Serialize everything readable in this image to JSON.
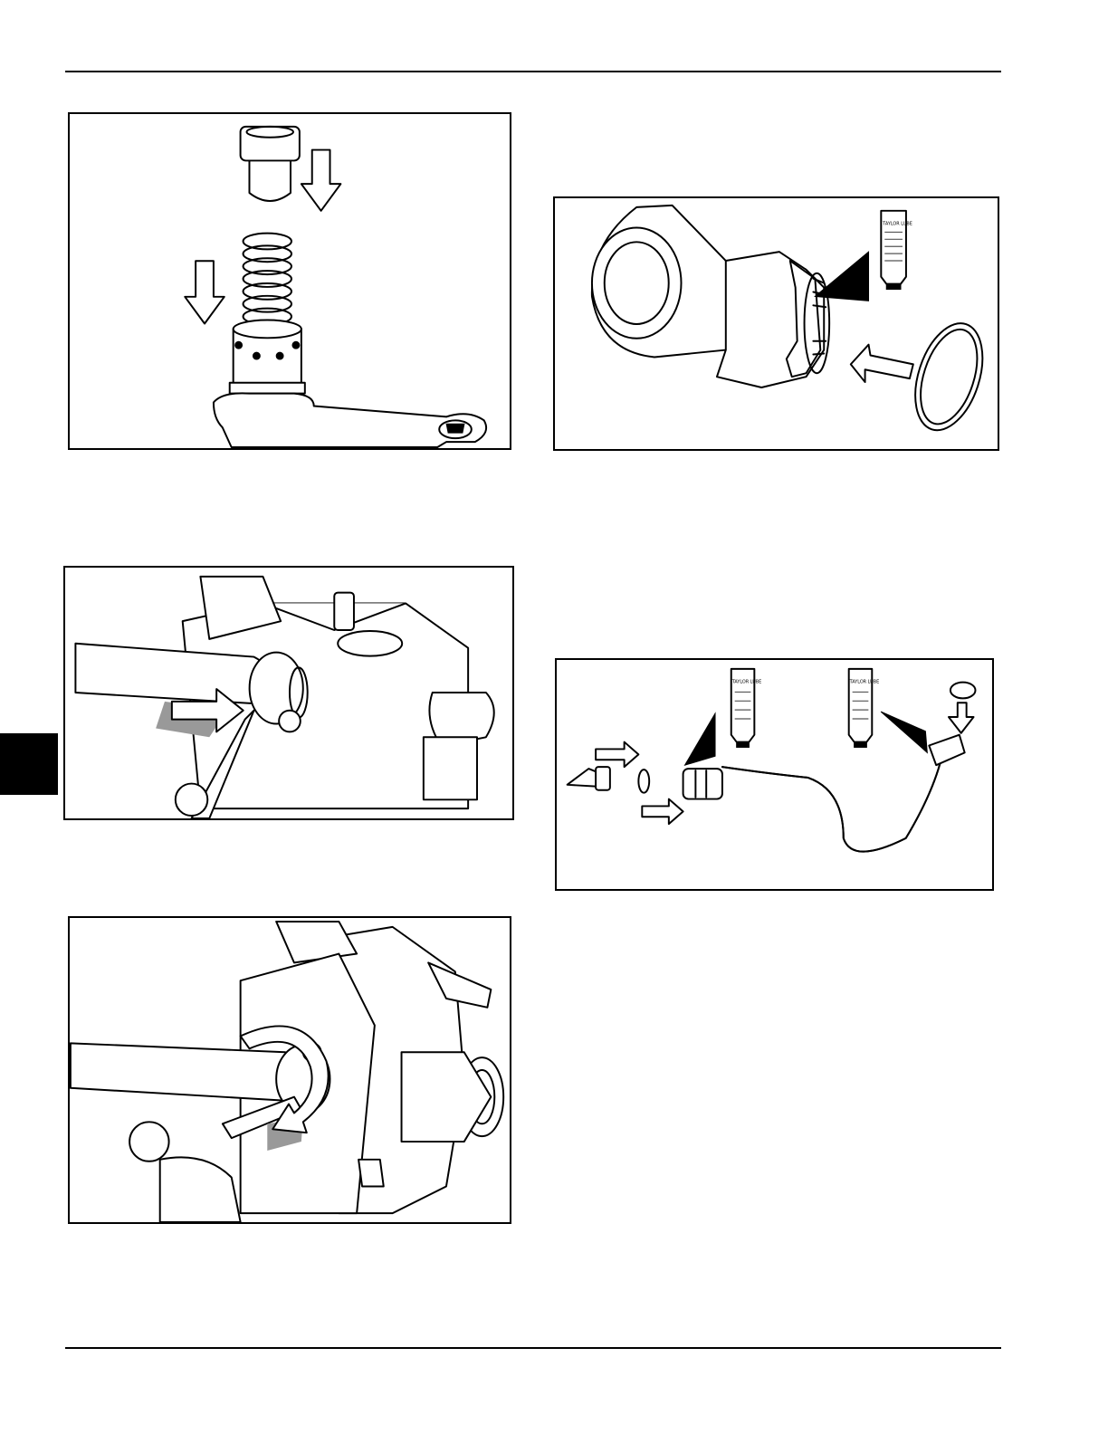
{
  "page": {
    "side_tab_color": "#000000",
    "rule_color": "#000000"
  },
  "figures": [
    {
      "id": "fig1",
      "name": "valve-spring-assembly-illustration"
    },
    {
      "id": "fig2",
      "name": "fitting-o-ring-lubrication-illustration"
    },
    {
      "id": "fig3",
      "name": "wrench-installation-illustration"
    },
    {
      "id": "fig4",
      "name": "tube-assembly-lubrication-illustration"
    },
    {
      "id": "fig5",
      "name": "wrench-tightening-illustration"
    }
  ],
  "lube_tube_label": "TAYLOR LUBE"
}
